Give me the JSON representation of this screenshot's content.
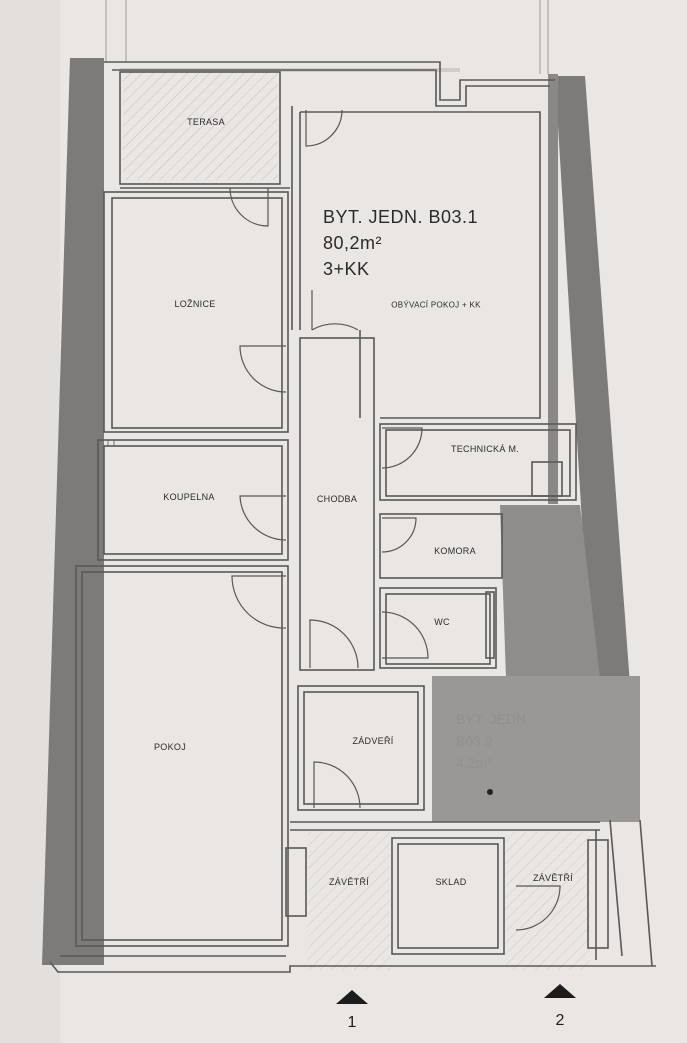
{
  "unit": {
    "title": "BYT. JEDN. B03.1",
    "area": "80,2m²",
    "layout": "3+KK"
  },
  "rooms": {
    "terasa": "TERASA",
    "loznice": "LOŽNICE",
    "obyvaci": "OBÝVACÍ POKOJ + KK",
    "technicka": "TECHNICKÁ M.",
    "koupelna": "KOUPELNA",
    "chodba": "CHODBA",
    "komora": "KOMORA",
    "wc": "WC",
    "pokoj": "POKOJ",
    "zadveri": "ZÁDVEŘÍ",
    "zavetri_1": "ZÁVĚTŘÍ",
    "sklad": "SKLAD",
    "zavetri_2": "ZÁVĚTŘÍ"
  },
  "neighbor_unit": {
    "title_line1": "BYT. JEDN.",
    "title_line2": "B03.2",
    "area": "4,2m²"
  },
  "axes": {
    "axis_1": "1",
    "axis_2": "2"
  },
  "colors": {
    "paper": "#e9e6e4",
    "wall": "#7d7b79",
    "line": "#5a5856",
    "neighbor_fill": "#9a9896"
  }
}
